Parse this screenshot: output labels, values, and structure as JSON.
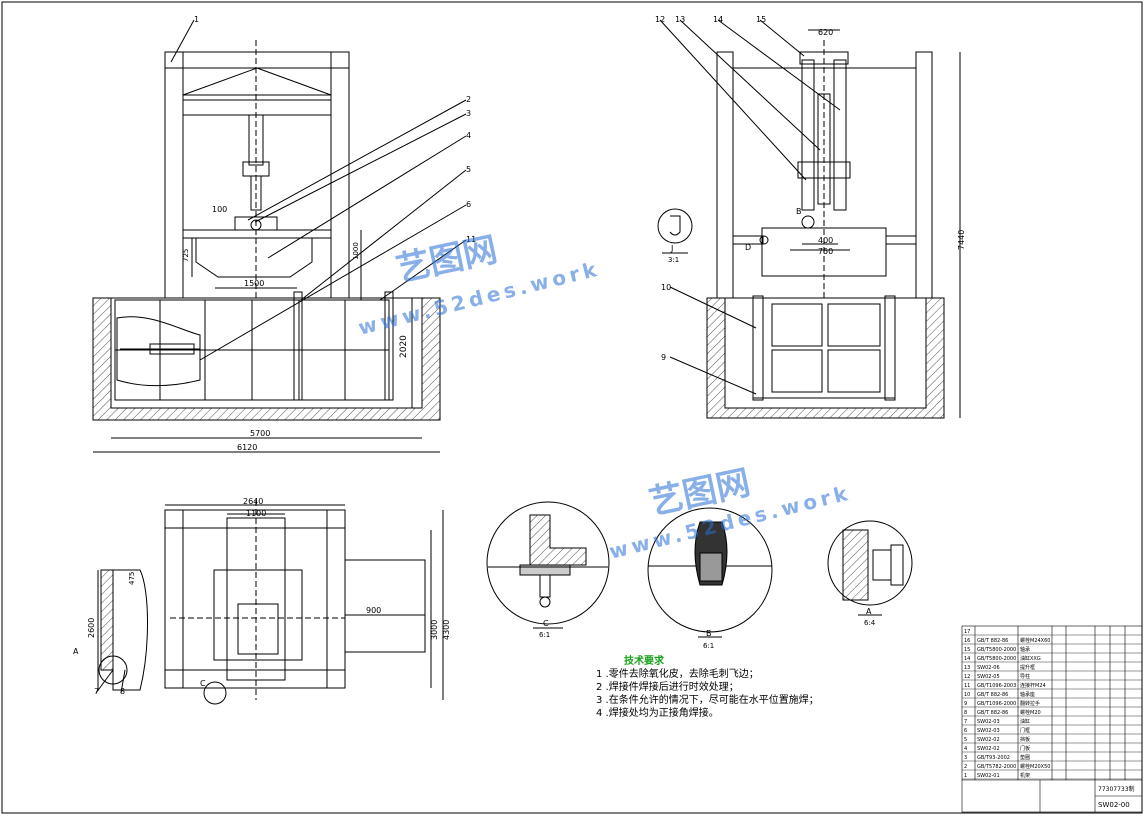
{
  "balloons": {
    "b1": "1",
    "b2": "2",
    "b3": "3",
    "b4": "4",
    "b5": "5",
    "b6": "6",
    "b7": "7",
    "b8": "8",
    "b9": "9",
    "b10": "10",
    "b11": "11",
    "b12": "12",
    "b13": "13",
    "b14": "14",
    "b15": "15"
  },
  "dimensions": {
    "d100": "100",
    "d725": "725",
    "d1000": "1000",
    "d1500": "1500",
    "d2020": "2020",
    "d5700": "5700",
    "d6120": "6120",
    "d620": "620",
    "d400": "400",
    "d750": "750",
    "d7440": "7440",
    "d2640": "2640",
    "d1100": "1100",
    "d900": "900",
    "d2600": "2600",
    "d3000": "3000",
    "d4300": "4300",
    "d475": "475"
  },
  "view_labels": {
    "J": "J",
    "J_scale": "3:1",
    "C": "C",
    "C_scale": "6:1",
    "B": "B",
    "B_scale": "6:1",
    "A": "A",
    "A_scale": "6:4",
    "A_marker": "A",
    "C_marker": "C",
    "D": "D",
    "B_marker": "B"
  },
  "technical_requirements": {
    "title": "技术要求",
    "items": [
      "1 .零件去除氧化皮，去除毛刺飞边；",
      "2 .焊接件焊接后进行时效处理；",
      "3 .在条件允许的情况下，尽可能在水平位置施焊；",
      "4 .焊接处均为正接角焊接。"
    ]
  },
  "watermark": {
    "brand": "艺图网",
    "url": "www.52des.work"
  },
  "title_block": {
    "drawing_no": "SW02-00",
    "project": "77307733制",
    "rows": [
      {
        "no": "17",
        "code": "",
        "name": ""
      },
      {
        "no": "16",
        "code": "GB/T  882-86",
        "name": "螺栓M24X60"
      },
      {
        "no": "15",
        "code": "GB/T5800-2000",
        "name": "轴承"
      },
      {
        "no": "14",
        "code": "GB/T5800-2000",
        "name": "油缸XXG"
      },
      {
        "no": "13",
        "code": "SW02-06",
        "name": "提升框"
      },
      {
        "no": "12",
        "code": "SW02-05",
        "name": "导柱"
      },
      {
        "no": "11",
        "code": "GB/T1096-2003",
        "name": "连接杆M24"
      },
      {
        "no": "10",
        "code": "GB/T  882-86",
        "name": "轴承座"
      },
      {
        "no": "9",
        "code": "GB/T1096-2000",
        "name": "翻转拉手"
      },
      {
        "no": "8",
        "code": "GB/T  882-86",
        "name": "螺栓M20"
      },
      {
        "no": "7",
        "code": "SW02-03",
        "name": "油缸"
      },
      {
        "no": "6",
        "code": "SW02-03",
        "name": "门框"
      },
      {
        "no": "5",
        "code": "SW02-02",
        "name": "挡板"
      },
      {
        "no": "4",
        "code": "SW02-02",
        "name": "门板"
      },
      {
        "no": "3",
        "code": "GB/T93-2002",
        "name": "垫圈"
      },
      {
        "no": "2",
        "code": "GB/T5782-2000",
        "name": "螺栓M20X50"
      },
      {
        "no": "1",
        "code": "SW02-01",
        "name": "机架"
      }
    ]
  },
  "colors": {
    "line": "#000000",
    "hatch": "#555555",
    "tech_title": "#1aa31a",
    "watermark": "#2a6fd6"
  }
}
